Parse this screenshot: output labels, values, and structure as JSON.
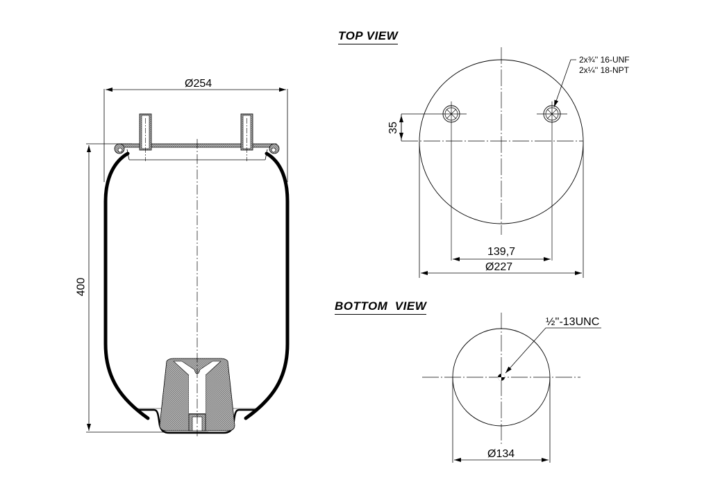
{
  "drawing": {
    "subject": "air spring bellows technical drawing",
    "line_color": "#000000",
    "fill_hatch_color": "#9a9a9a",
    "background": "#ffffff"
  },
  "side_view": {
    "diameter_label": "Ø254",
    "height_label": "400"
  },
  "top_view": {
    "title": "TOP VIEW",
    "thread_callout_line1": "2x¾'' 16-UNF",
    "thread_callout_line2": "2x¼'' 18-NPT",
    "offset_label": "35",
    "bolt_spacing_label": "139,7",
    "diameter_label": "Ø227"
  },
  "bottom_view": {
    "title": "BOTTOM  VIEW",
    "thread_callout": "½''-13UNC",
    "diameter_label": "Ø134"
  }
}
